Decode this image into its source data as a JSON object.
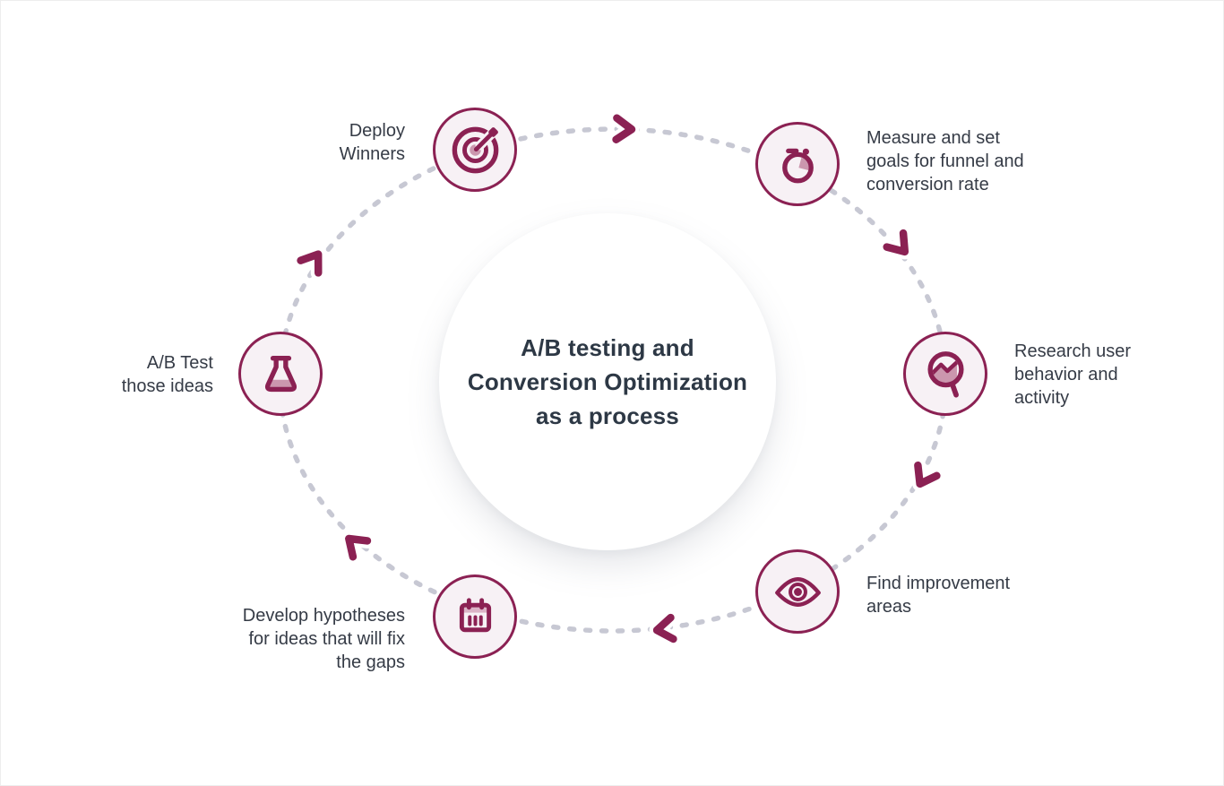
{
  "title": {
    "text": "A/B testing and Conversion Optimization as a process",
    "lines": [
      "A/B testing and",
      "Conversion Optimization",
      "as a process"
    ]
  },
  "colors": {
    "accent": "#8B2153",
    "accent_fill": "#CB97AE",
    "accent_fill_light": "#DBB3C6",
    "badge_background": "#F7F1F5",
    "dotted_path": "#C7C8D3",
    "label_text": "#353B46",
    "title_text": "#2D3845"
  },
  "cycle": {
    "direction": "clockwise",
    "arrow_count": 6
  },
  "steps": [
    {
      "id": "measure",
      "icon": "stopwatch-icon",
      "label": "Measure and set goals for funnel and conversion rate",
      "lines": [
        "Measure and set",
        "goals for funnel and",
        "conversion rate"
      ]
    },
    {
      "id": "research",
      "icon": "magnifier-chart-icon",
      "label": "Research user behavior and activity",
      "lines": [
        "Research user",
        "behavior and",
        "activity"
      ]
    },
    {
      "id": "find",
      "icon": "eye-icon",
      "label": "Find improvement areas",
      "lines": [
        "Find improvement",
        "areas"
      ]
    },
    {
      "id": "develop",
      "icon": "calendar-icon",
      "label": "Develop hypotheses for ideas that will fix the gaps",
      "lines": [
        "Develop hypotheses",
        "for ideas that will fix",
        "the gaps"
      ]
    },
    {
      "id": "abtest",
      "icon": "flask-icon",
      "label": "A/B Test those ideas",
      "lines": [
        "A/B Test",
        "those ideas"
      ]
    },
    {
      "id": "deploy",
      "icon": "target-icon",
      "label": "Deploy Winners",
      "lines": [
        "Deploy",
        "Winners"
      ]
    }
  ]
}
